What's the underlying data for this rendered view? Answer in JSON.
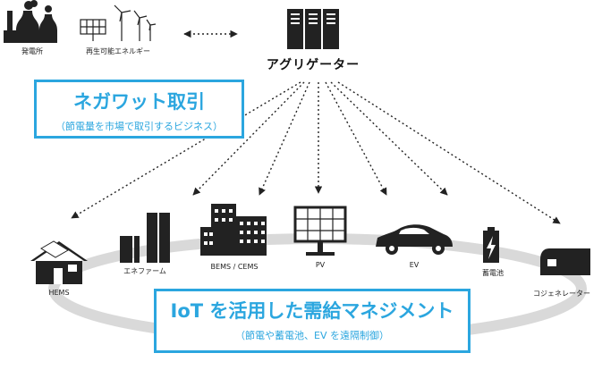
{
  "top_sources": {
    "power_plant_label": "発電所",
    "renewable_label": "再生可能エネルギー"
  },
  "aggregator": {
    "label": "アグリゲーター"
  },
  "negawatt": {
    "title": "ネガワット取引",
    "subtitle": "（節電量を市場で取引するビジネス）"
  },
  "devices": {
    "hems": "HEMS",
    "enefarm": "エネファーム",
    "bems": "BEMS / CEMS",
    "pv": "PV",
    "ev": "EV",
    "battery": "蓄電池",
    "cogen": "コジェネレーター"
  },
  "iot": {
    "title": "IoT を活用した需給マネジメント",
    "subtitle": "（節電や蓄電池、EV を遠隔制御）"
  },
  "colors": {
    "accent": "#2ba6df",
    "icon": "#222222",
    "ring": "#d9d9d9"
  }
}
